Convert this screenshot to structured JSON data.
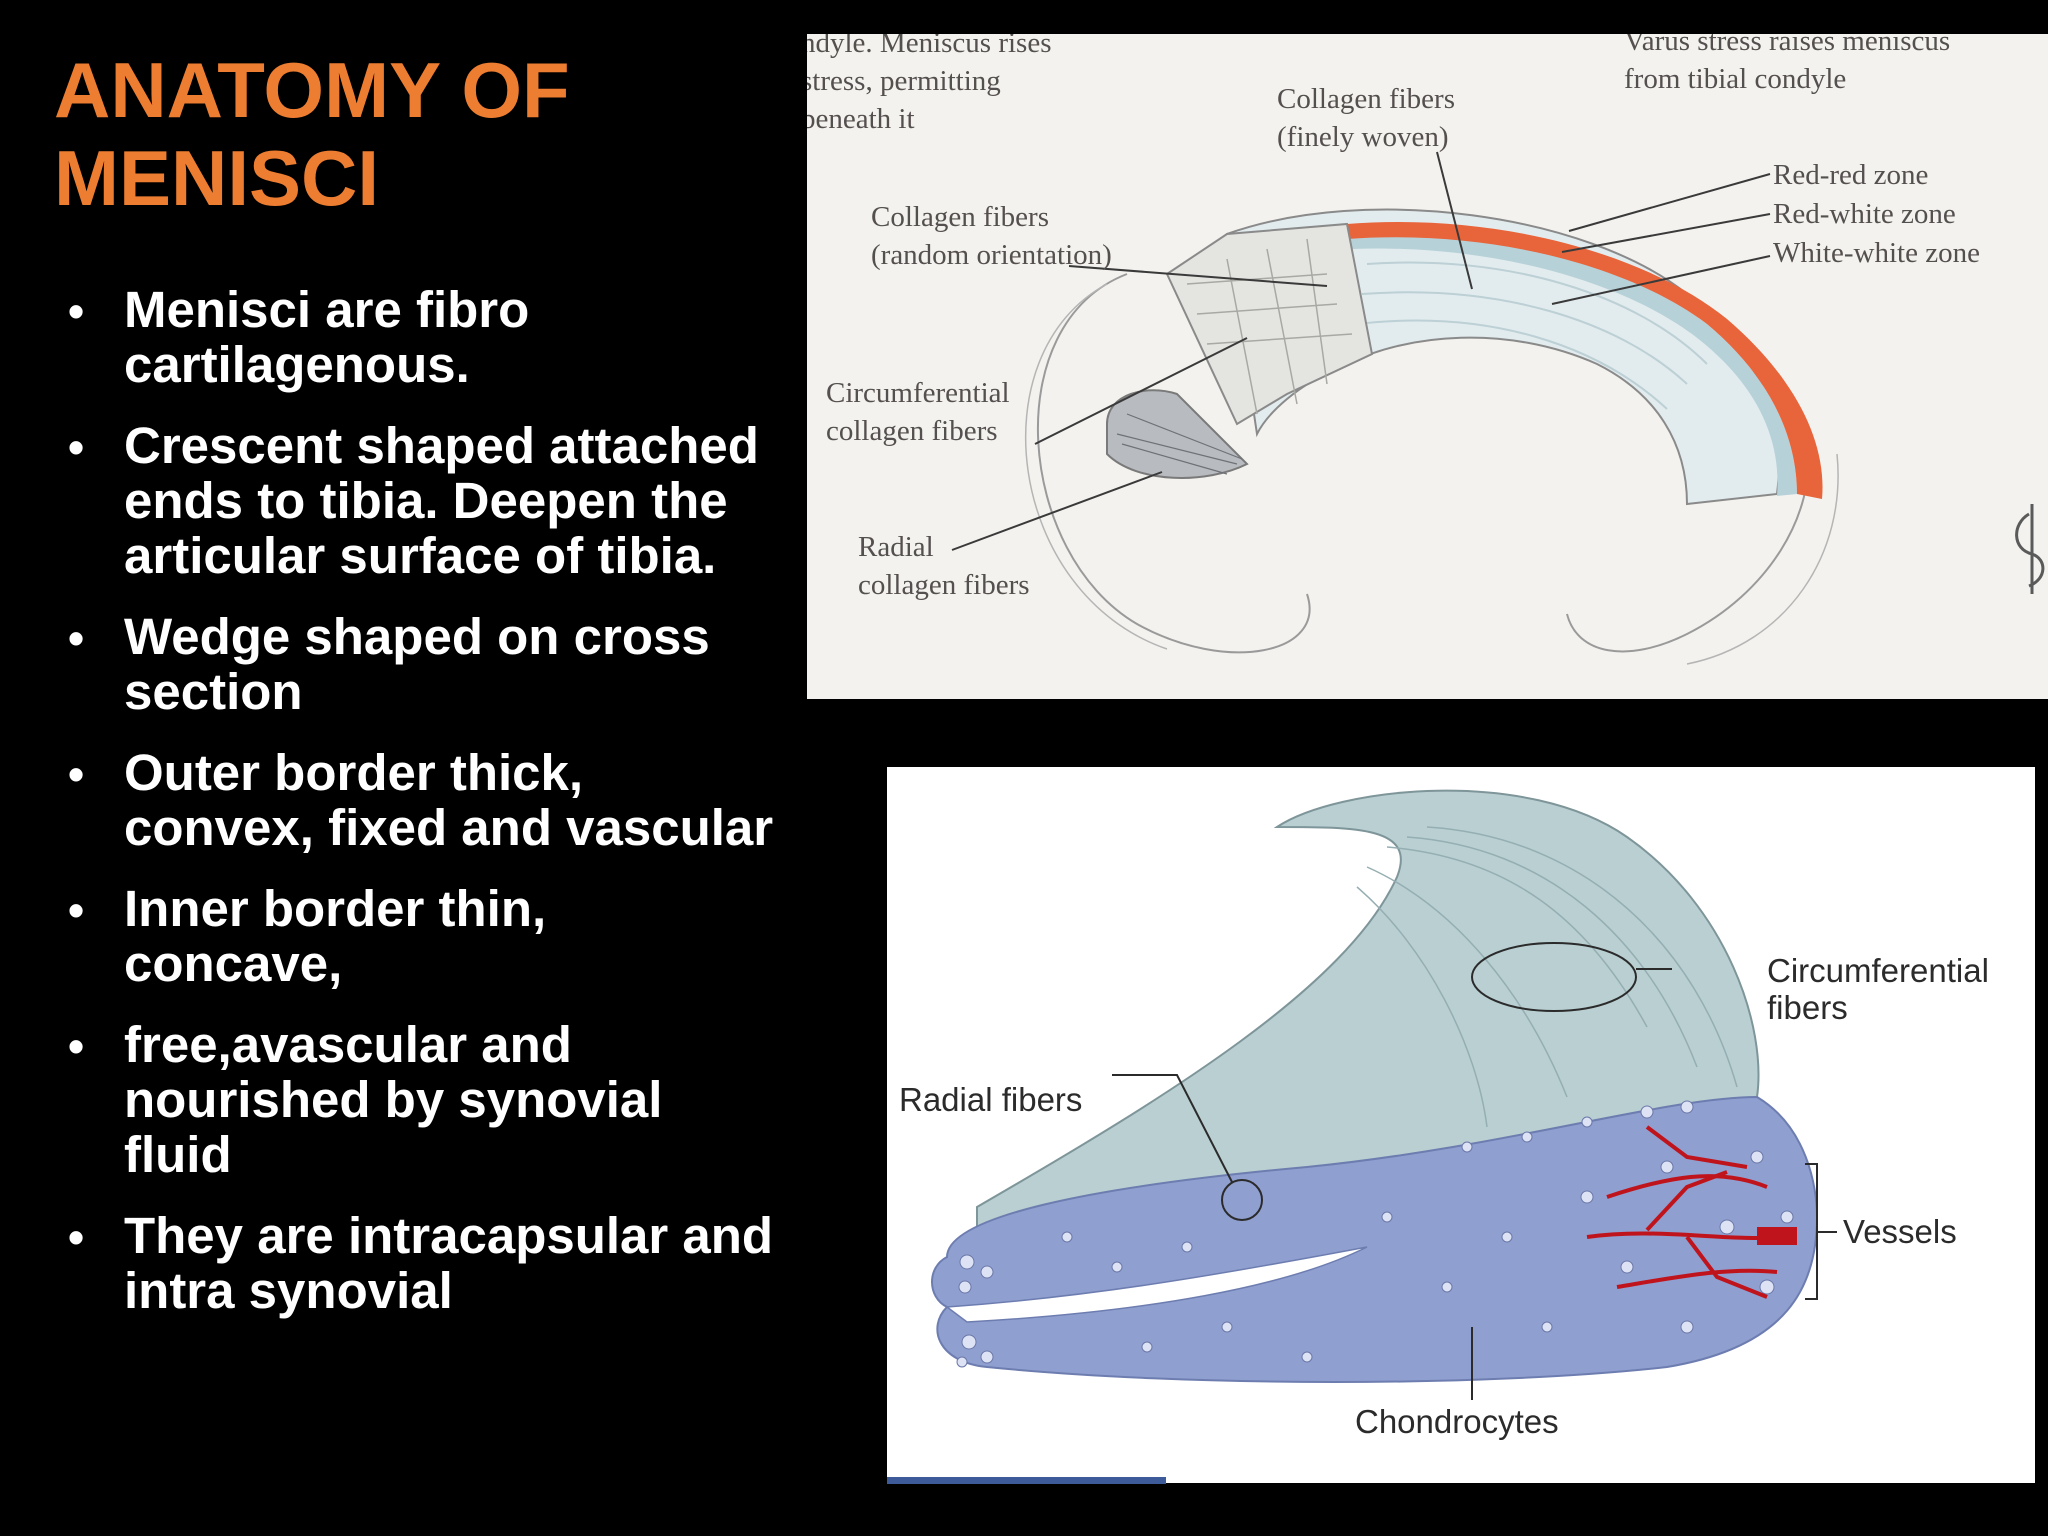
{
  "slide": {
    "title_lines": [
      "ANATOMY OF",
      "MENISCI"
    ],
    "bullets": [
      {
        "lines": [
          "Menisci are fibro",
          "cartilagenous."
        ]
      },
      {
        "lines": [
          "Crescent shaped attached",
          "ends to tibia. Deepen the",
          "articular surface of tibia."
        ]
      },
      {
        "lines": [
          "Wedge shaped on cross",
          "section"
        ]
      },
      {
        "lines": [
          "Outer border thick,",
          "convex, fixed and vascular"
        ]
      },
      {
        "lines": [
          "Inner border thin,",
          "concave,"
        ]
      },
      {
        "lines": [
          "free,avascular and",
          "nourished by synovial",
          "fluid"
        ]
      },
      {
        "lines": [
          "They are intracapsular and",
          "intra synovial"
        ]
      }
    ],
    "bullet_symbol": "•",
    "colors": {
      "background": "#000000",
      "title": "#ed7d31",
      "text": "#ffffff"
    }
  },
  "figure_top": {
    "cropped_text_left": [
      "ndyle. Meniscus rises",
      "stress, permitting",
      "beneath it"
    ],
    "cropped_text_right": [
      "Varus stress raises meniscus",
      "from tibial condyle"
    ],
    "labels": {
      "collagen_finely_woven": [
        "Collagen fibers",
        "(finely woven)"
      ],
      "collagen_random": [
        "Collagen fibers",
        "(random orientation)"
      ],
      "circumferential": [
        "Circumferential",
        "collagen fibers"
      ],
      "radial": [
        "Radial",
        "collagen fibers"
      ],
      "red_red": "Red-red zone",
      "red_white": "Red-white zone",
      "white_white": "White-white zone"
    },
    "colors": {
      "red_zone": "#e8643a",
      "white_zone": "#c9dde3",
      "outline": "#8a8a8a"
    }
  },
  "figure_bottom": {
    "labels": {
      "circumferential_fibers": [
        "Circumferential",
        "fibers"
      ],
      "radial_fibers": "Radial fibers",
      "vessels": "Vessels",
      "chondrocytes": "Chondrocytes"
    },
    "colors": {
      "upper_surface": "#b9cfd2",
      "cross_section": "#8f9fd0",
      "vessels": "#c0141c"
    }
  }
}
